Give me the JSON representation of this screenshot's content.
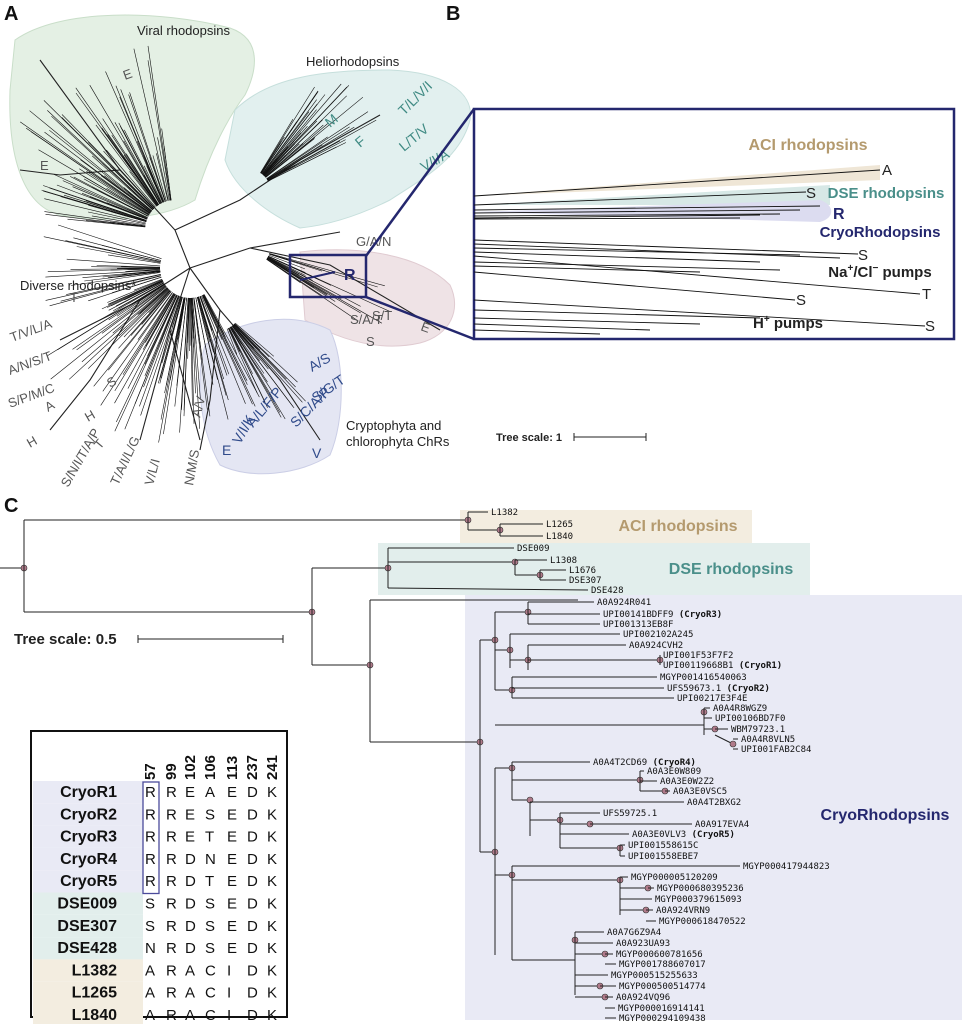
{
  "panels": {
    "a": "A",
    "b": "B",
    "c": "C"
  },
  "panel_a": {
    "groups": {
      "viral": "Viral rhodopsins",
      "helio": "Heliorhodopsins",
      "diverse": "Diverse rhodopsins*",
      "crypto1": "Cryptophyta and",
      "crypto2": "chlorophyta ChRs"
    },
    "residues_grey": [
      "E",
      "E",
      "G/A/N",
      "T",
      "T/V/L/A",
      "A/N/S/T",
      "S/P/M/C",
      "S",
      "A",
      "H",
      "H",
      "T",
      "S/N/I/T/A/P",
      "T/A/I/L/G",
      "V/L/I",
      "A/V",
      "N/M/S",
      "S/T",
      "S/A/T",
      "E",
      "S"
    ],
    "residues_teal": [
      "M",
      "F",
      "T/L/V/I",
      "L/T/V",
      "V/I/A"
    ],
    "residues_blue": [
      "A/S",
      "S/G/T",
      "S/C/A/P",
      "A/L/F/P",
      "V/I/K",
      "E",
      "V"
    ],
    "box_label": "R",
    "tree_scale": "Tree scale: 1"
  },
  "panel_b": {
    "aci": "ACI rhodopsins",
    "dse": "DSE rhodopsins",
    "cryo": "CryoRhodopsins",
    "r": "R",
    "na_pre": "Na",
    "na_sup1": "+",
    "na_mid": "/Cl",
    "na_sup2": "−",
    "na_post": " pumps",
    "h_pre": "H",
    "h_sup": "+",
    "h_post": " pumps",
    "tips": [
      "A",
      "S",
      "S",
      "T",
      "S",
      "S"
    ]
  },
  "panel_c": {
    "tree_scale": "Tree scale: 0.5",
    "aci": "ACI rhodopsins",
    "dse": "DSE rhodopsins",
    "cryo": "CryoRhodopsins",
    "leaves": [
      {
        "id": "L1382",
        "tag": ""
      },
      {
        "id": "L1265",
        "tag": ""
      },
      {
        "id": "L1840",
        "tag": ""
      },
      {
        "id": "DSE009",
        "tag": ""
      },
      {
        "id": "L1308",
        "tag": ""
      },
      {
        "id": "L1676",
        "tag": ""
      },
      {
        "id": "DSE307",
        "tag": ""
      },
      {
        "id": "DSE428",
        "tag": ""
      },
      {
        "id": "A0A924R041",
        "tag": ""
      },
      {
        "id": "UPI00141BDFF9",
        "tag": "(CryoR3)"
      },
      {
        "id": "UPI001313EB8F",
        "tag": ""
      },
      {
        "id": "UPI002102A245",
        "tag": ""
      },
      {
        "id": "A0A924CVH2",
        "tag": ""
      },
      {
        "id": "UPI001F53F7F2",
        "tag": ""
      },
      {
        "id": "UPI00119668B1",
        "tag": "(CryoR1)"
      },
      {
        "id": "MGYP001416540063",
        "tag": ""
      },
      {
        "id": "UFS59673.1",
        "tag": "(CryoR2)"
      },
      {
        "id": "UPI00217E3F4E",
        "tag": ""
      },
      {
        "id": "A0A4R8WGZ9",
        "tag": ""
      },
      {
        "id": "UPI00106BD7F0",
        "tag": ""
      },
      {
        "id": "WBM79723.1",
        "tag": ""
      },
      {
        "id": "A0A4R8VLN5",
        "tag": ""
      },
      {
        "id": "UPI001FAB2C84",
        "tag": ""
      },
      {
        "id": "A0A4T2CD69",
        "tag": "(CryoR4)"
      },
      {
        "id": "A0A3E0W809",
        "tag": ""
      },
      {
        "id": "A0A3E0W2Z2",
        "tag": ""
      },
      {
        "id": "A0A3E0VSC5",
        "tag": ""
      },
      {
        "id": "A0A4T2BXG2",
        "tag": ""
      },
      {
        "id": "UFS59725.1",
        "tag": ""
      },
      {
        "id": "A0A917EVA4",
        "tag": ""
      },
      {
        "id": "A0A3E0VLV3",
        "tag": "(CryoR5)"
      },
      {
        "id": "UPI001558615C",
        "tag": ""
      },
      {
        "id": "UPI001558EBE7",
        "tag": ""
      },
      {
        "id": "MGYP000417944823",
        "tag": ""
      },
      {
        "id": "MGYP000005120209",
        "tag": ""
      },
      {
        "id": "MGYP000680395236",
        "tag": ""
      },
      {
        "id": "MGYP000379615093",
        "tag": ""
      },
      {
        "id": "A0A924VRN9",
        "tag": ""
      },
      {
        "id": "MGYP000618470522",
        "tag": ""
      },
      {
        "id": "A0A7G6Z9A4",
        "tag": ""
      },
      {
        "id": "A0A923UA93",
        "tag": ""
      },
      {
        "id": "MGYP000600781656",
        "tag": ""
      },
      {
        "id": "MGYP001788607017",
        "tag": ""
      },
      {
        "id": "MGYP000515255633",
        "tag": ""
      },
      {
        "id": "MGYP000500514774",
        "tag": ""
      },
      {
        "id": "A0A924VQ96",
        "tag": ""
      },
      {
        "id": "MGYP000016914141",
        "tag": ""
      },
      {
        "id": "MGYP000294109438",
        "tag": ""
      }
    ],
    "alignment": {
      "positions": [
        "57",
        "99",
        "102",
        "106",
        "113",
        "237",
        "241"
      ],
      "rows": [
        {
          "name": "CryoR1",
          "seq": "RREAEDK"
        },
        {
          "name": "CryoR2",
          "seq": "RRESEDK"
        },
        {
          "name": "CryoR3",
          "seq": "RRETEDK"
        },
        {
          "name": "CryoR4",
          "seq": "RRDNEDK"
        },
        {
          "name": "CryoR5",
          "seq": "RRDTEDK"
        },
        {
          "name": "DSE009",
          "seq": "SRDSEDK"
        },
        {
          "name": "DSE307",
          "seq": "SRDSEDK"
        },
        {
          "name": "DSE428",
          "seq": "NRDSEDK"
        },
        {
          "name": "L1382",
          "seq": "ARACIDK"
        },
        {
          "name": "L1265",
          "seq": "ARACIDK"
        },
        {
          "name": "L1840",
          "seq": "ARACIDK"
        }
      ]
    }
  },
  "colors": {
    "aci": "#b49a6e",
    "dse": "#4a8f8a",
    "cryo": "#2a2d7a",
    "aci_bg": "#f3ede0",
    "dse_bg": "#e2eeec",
    "cryo_bg": "#e9eaf5",
    "viral_bg": "#e4f0e4",
    "helio_bg": "#e2f0ef",
    "pink_bg": "#efe3e6",
    "blue_bg": "#e4e6f3",
    "node": "#b07a8a"
  }
}
